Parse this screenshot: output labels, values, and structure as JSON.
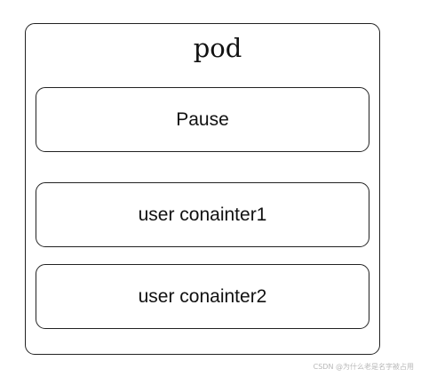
{
  "diagram": {
    "pod_label": "pod",
    "containers": [
      {
        "label": "Pause"
      },
      {
        "label": "user conainter1"
      },
      {
        "label": "user conainter2"
      }
    ]
  },
  "watermark": "CSDN @为什么老是名字被占用"
}
